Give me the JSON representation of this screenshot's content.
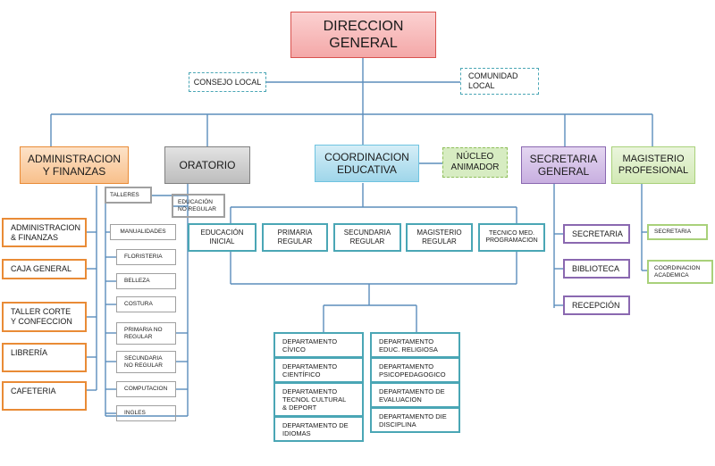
{
  "colors": {
    "line": "#5b8dbc",
    "red": "#d9534f",
    "orange": "#e98b36",
    "gray": "#808080",
    "teal": "#4aa6b5",
    "lightblue": "#6ec3e0",
    "green": "#8fbf5a",
    "purple": "#8a68b0",
    "lightgreen": "#a9d17a"
  },
  "top": {
    "direccion": "DIRECCION\nGENERAL",
    "consejo": "CONSEJO   LOCAL",
    "comunidad": "COMUNIDAD\nLOCAL"
  },
  "heads": {
    "admin": "ADMINISTRACION\nY FINANZAS",
    "oratorio": "ORATORIO",
    "coordinacion": "COORDINACION\nEDUCATIVA",
    "nucleo": "NÚCLEO\nANIMADOR",
    "secretaria": "SECRETARIA\nGENERAL",
    "magisterio": "MAGISTERIO\nPROFESIONAL"
  },
  "admin_items": [
    "ADMINISTRACION\n& FINANZAS",
    "CAJA GENERAL",
    "TALLER CORTE\n Y  CONFECCION",
    "LIBRERÍA",
    "CAFETERIA"
  ],
  "oratorio": {
    "talleres": "TALLERES",
    "educacion": "EDUCACIÓN\nNO REGULAR",
    "talleres_items": [
      "MANUALIDADES",
      "FLORISTERIA",
      "BELLEZA",
      "COSTURA"
    ],
    "regular_items": [
      "PRIMARIA NO\nREGULAR",
      "SECUNDARIA\nNO REGULAR",
      "COMPUTACION",
      "INGLES"
    ]
  },
  "coord_items": [
    "EDUCACIÓN\nINICIAL",
    "PRIMARIA\nREGULAR",
    "SECUNDARIA\nREGULAR",
    "MAGISTERIO\nREGULAR",
    "TECNICO MED.\nPROGRAMACION"
  ],
  "departamentos_left": [
    "DEPARTAMENTO\nCÍVICO",
    "DEPARTAMENTO\nCIENTÍFICO",
    "DEPARTAMENTO\nTECNOL  CULTURAL\n& DEPORT",
    "DEPARTAMENTO  DE\nIDIOMAS"
  ],
  "departamentos_right": [
    "DEPARTAMENTO\nEDUC. RELIGIOSA",
    "DEPARTAMENTO\nPSICOPEDAGOGICO",
    "DEPARTAMENTO DE\nEVALUACION",
    "DEPARTAMENTO DIE\nDISCIPLINA"
  ],
  "secretaria_items": [
    "SECRETARIA",
    "BIBLIOTECA",
    "RECEPCIÓN"
  ],
  "magisterio_items": [
    "SECRETARIA",
    "COORDINACION\nACADEMICA"
  ]
}
